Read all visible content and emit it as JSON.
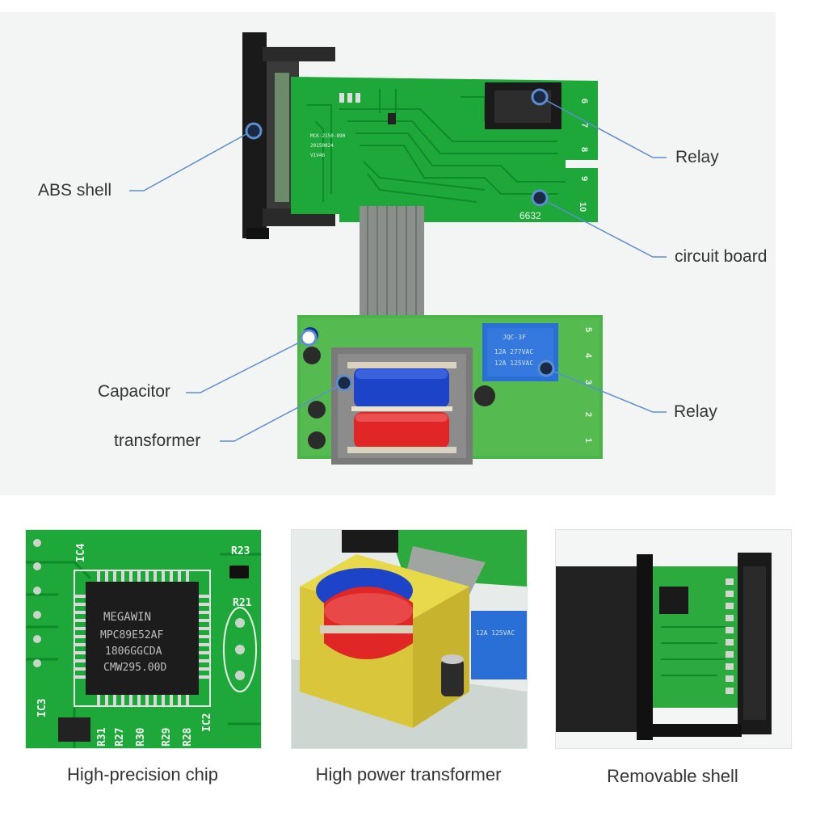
{
  "callouts": {
    "abs_shell": "ABS shell",
    "relay_top": "Relay",
    "circuit_board": "circuit board",
    "capacitor": "Capacitor",
    "transformer": "transformer",
    "relay_bottom": "Relay"
  },
  "board_markings": {
    "top_board_number": "6632",
    "terminals_top": [
      "6",
      "7",
      "8",
      "9",
      "10"
    ],
    "terminals_bottom": [
      "5",
      "4",
      "3",
      "2",
      "1"
    ],
    "relay_model": "JQC-3F",
    "chip_brand": "MEGAWIN",
    "chip_model": "MPC89E52AF",
    "chip_lot": "1806GGCDA",
    "chip_code": "CMW295.00D",
    "ic_labels": [
      "IC4",
      "IC3",
      "IC2"
    ],
    "resistor_labels": [
      "R23",
      "R21",
      "R31",
      "R27",
      "R30",
      "R29",
      "R28"
    ]
  },
  "captions": {
    "chip": "High-precision chip",
    "transformer": "High power transformer",
    "shell": "Removable shell"
  },
  "colors": {
    "pcb_green": "#1fa83a",
    "trace_green": "#0f8a2a",
    "callout_line": "#5b8fd0",
    "coil_blue": "#1d43c9",
    "coil_red": "#e12626",
    "relay_blue": "#2a6fd6",
    "shell_black": "#1a1a1a"
  }
}
